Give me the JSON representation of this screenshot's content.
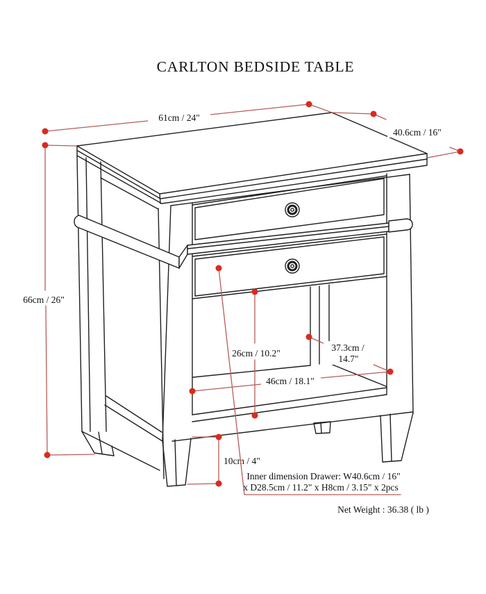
{
  "title": "CARLTON BEDSIDE TABLE",
  "dimensions": {
    "width": "61cm / 24\"",
    "depth": "40.6cm / 16\"",
    "height": "66cm / 26\"",
    "shelf_inner_height": "26cm / 10.2\"",
    "shelf_inner_width": "46cm / 18.1\"",
    "shelf_inner_depth_line1": "37.3cm /",
    "shelf_inner_depth_line2": "14.7\"",
    "leg_height": "10cm / 4\""
  },
  "notes": {
    "drawer_inner_line1": "Inner dimension Drawer: W40.6cm / 16\"",
    "drawer_inner_line2": "x D28.5cm / 11.2\" x H8cm / 3.15\" x 2pcs",
    "net_weight": "Net Weight : 36.38 ( lb )"
  },
  "colors": {
    "dimension_line": "#b85c58",
    "dimension_dot": "#d92b1f",
    "drawing_line": "#1f1f1f",
    "background": "#ffffff"
  }
}
